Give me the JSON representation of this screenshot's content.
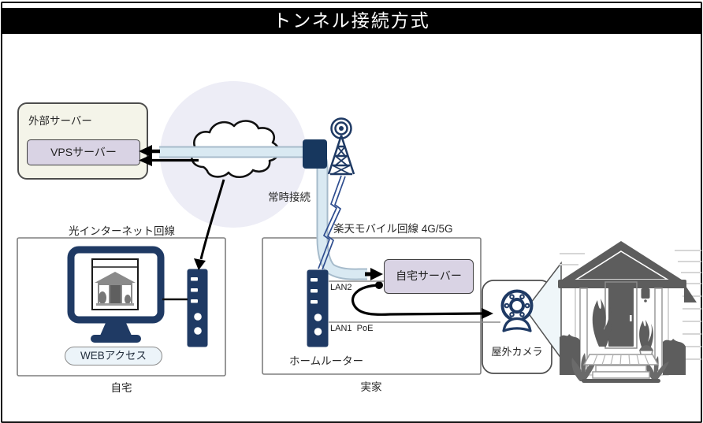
{
  "title": "トンネル接続方式",
  "external_server": {
    "group_label": "外部サーバー",
    "vps_label": "VPSサーバー"
  },
  "tunnel": {
    "always_on_label": "常時接続",
    "mobile_line_label": "楽天モバイル回線 4G/5G"
  },
  "home": {
    "line_label": "光インターネット回線",
    "web_access_label": "WEBアクセス",
    "site_label": "自宅"
  },
  "parents": {
    "site_label": "実家",
    "router_label": "ホームルーター",
    "lan2_label": "LAN2",
    "lan1_label": "LAN1  PoE",
    "server_label": "自宅サーバー",
    "camera_label": "屋外カメラ"
  },
  "colors": {
    "title_bg": "#000000",
    "title_fg": "#ffffff",
    "device_navy": "#1f3a64",
    "modem_navy": "#17375e",
    "lavender_box": "#d9d3e4",
    "cream_box": "#f4f4e9",
    "tube_fill": "#d9e9f2",
    "tube_outline": "#a6bbcb",
    "halo_circle": "#ededf6",
    "pill_fill": "#ecf4f9",
    "site_box_border": "#7f7f7f",
    "house_gray": "#5d5d5d",
    "wireless_blue": "#2e4d8f"
  }
}
